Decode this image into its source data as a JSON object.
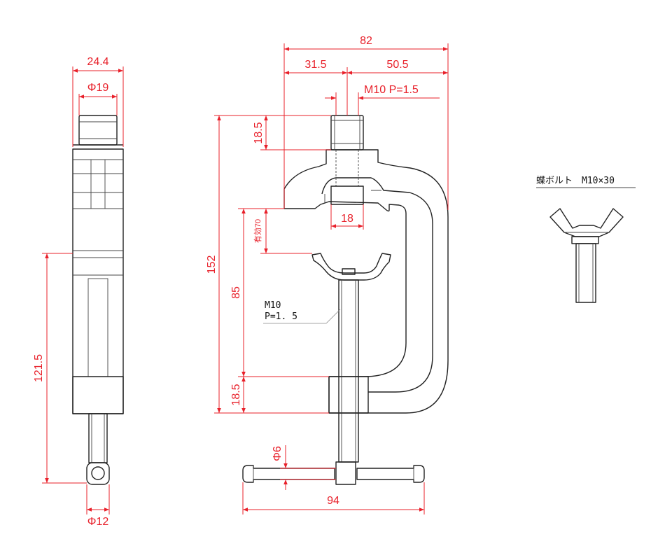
{
  "colors": {
    "dimension": "#e8202a",
    "outline": "#222222",
    "note": "#111111"
  },
  "side_view": {
    "width_overall": "24.4",
    "bolt_head_diameter": "Φ19",
    "screw_length": "121.5",
    "pin_diameter": "Φ12"
  },
  "front_view": {
    "overall_width": "82",
    "left_offset": "31.5",
    "right_offset": "50.5",
    "top_thread": "M10 P=1.5",
    "top_boss_height": "18.5",
    "throat_width": "18",
    "overall_height": "152",
    "effective_opening": "有効70",
    "mid_height": "85",
    "bottom_boss_height": "18.5",
    "screw_note_line1": "M10",
    "screw_note_line2": "P=1. 5",
    "handle_diameter": "Φ6",
    "handle_length": "94"
  },
  "wing_bolt": {
    "label": "蝶ボルト　M10×30"
  }
}
